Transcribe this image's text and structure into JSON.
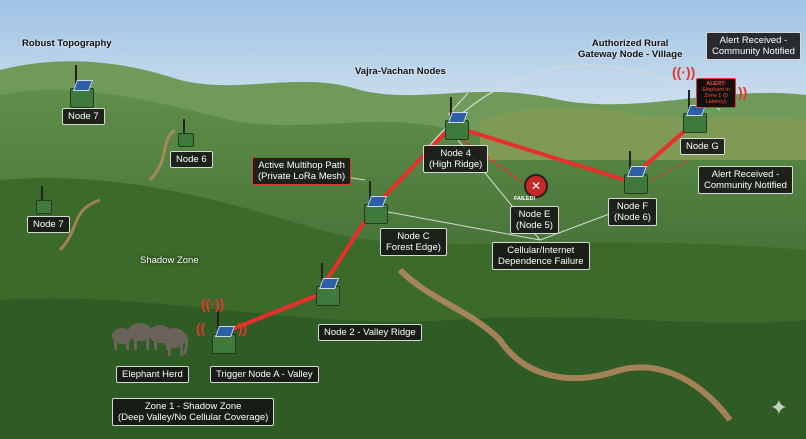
{
  "labels": {
    "robust_topography": "Robust Topography",
    "vajra_vachan_nodes": "Vajra-Vachan Nodes",
    "gateway_title": "Authorized Rural\nGateway Node - Village",
    "alert_top": "Alert Received -\nCommunity Notified",
    "alert_right": "Alert Received -\nCommunity Notified",
    "node7_top": "Node 7",
    "node6": "Node 6",
    "node7_left": "Node 7",
    "shadow_zone": "Shadow Zone",
    "multihop_path": "Active Multihop Path\n(Private LoRa Mesh)",
    "node4": "Node 4\n(High Ridge)",
    "node_e": "Node E\n(Node 5)",
    "node_f": "Node F\n(Node 6)",
    "node_g": "Node G",
    "node_c": "Node C\nForest Edge)",
    "cellular_failure": "Cellular/Internet\nDependence Failure",
    "node2": "Node 2 - Valley Ridge",
    "elephant_herd": "Elephant Herd",
    "trigger_node": "Trigger Node A - Valley",
    "zone1": "Zone 1 - Shadow Zone\n(Deep Valley/No Cellular Coverage)"
  },
  "alert_device": {
    "heading": "ALERT:",
    "text": "Elephant in Zone 1 (0 Latency)"
  },
  "failed_marker": "FAILED!",
  "colors": {
    "mesh_path": "#e8302a",
    "label_bg": "#141414",
    "node_body": "#3f7a3c",
    "solar_panel": "#2c5fa8",
    "sky": "#b9d3ea",
    "forest_dark": "#2f5b24",
    "trail": "#b98a62"
  },
  "icons": [
    "solar-node-icon",
    "wifi-signal-icon",
    "failed-x-icon",
    "alert-device-icon",
    "sparkle-icon"
  ]
}
